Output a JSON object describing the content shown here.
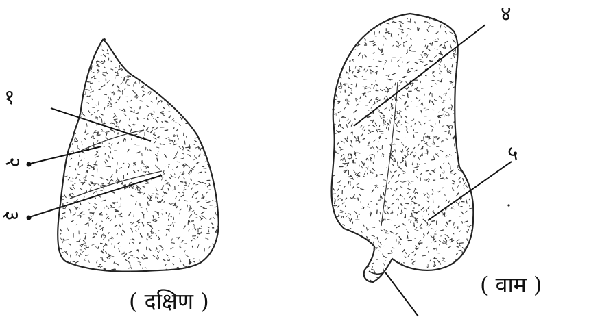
{
  "labels": {
    "one": "१",
    "two": "२",
    "three": "३",
    "four": "४",
    "five": "५"
  },
  "captions": {
    "right_lung": "( दक्षिण )",
    "left_lung": "( वाम )"
  },
  "colors": {
    "ink": "#111111",
    "paper": "#ffffff"
  }
}
